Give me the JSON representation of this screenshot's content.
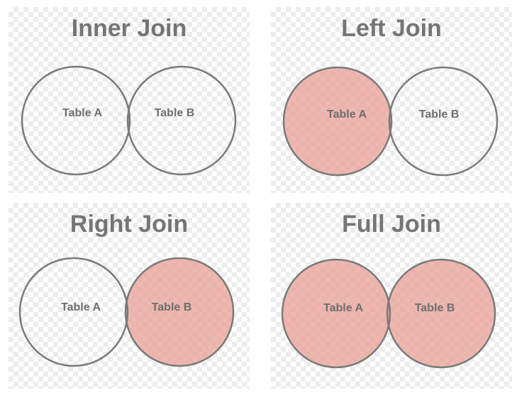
{
  "fill_color": "#e89c92",
  "outline_color": "#7a7a7a",
  "joins": [
    {
      "title": "Inner Join",
      "table_a": "Table A",
      "table_b": "Table B",
      "filled": "intersection"
    },
    {
      "title": "Left Join",
      "table_a": "Table A",
      "table_b": "Table B",
      "filled": "left"
    },
    {
      "title": "Right Join",
      "table_a": "Table A",
      "table_b": "Table B",
      "filled": "right"
    },
    {
      "title": "Full Join",
      "table_a": "Table A",
      "table_b": "Table B",
      "filled": "full"
    }
  ]
}
